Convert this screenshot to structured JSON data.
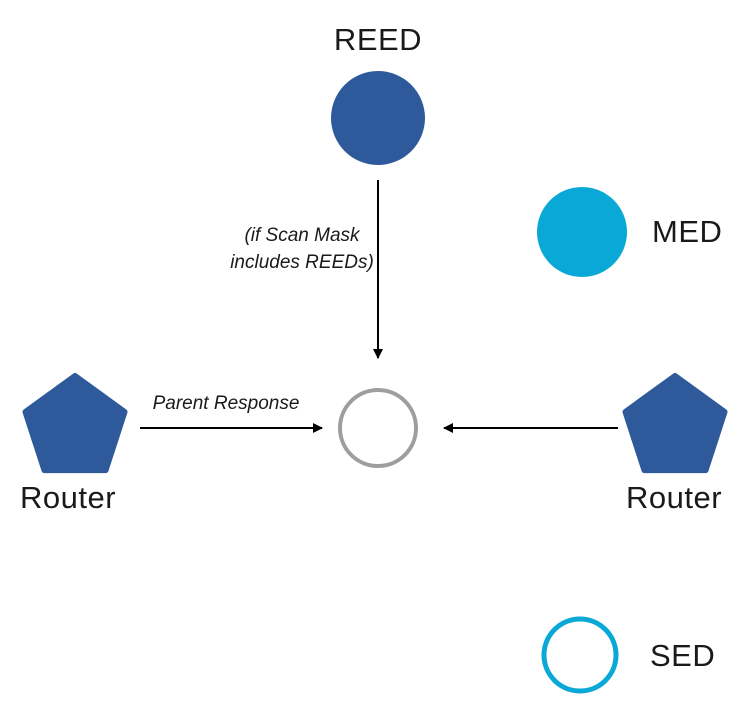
{
  "diagram": {
    "nodes": {
      "reed": {
        "label": "REED",
        "shape": "circle",
        "fill": "dark_blue"
      },
      "med": {
        "label": "MED",
        "shape": "circle",
        "fill": "cyan"
      },
      "center": {
        "label": "",
        "shape": "circle",
        "fill": "white",
        "stroke": "gray"
      },
      "router_left": {
        "label": "Router",
        "shape": "pentagon",
        "fill": "dark_blue"
      },
      "router_right": {
        "label": "Router",
        "shape": "pentagon",
        "fill": "dark_blue"
      },
      "sed": {
        "label": "SED",
        "shape": "circle",
        "fill": "white",
        "stroke": "cyan"
      }
    },
    "edges": {
      "reed_to_center": {
        "label_line1": "(if Scan Mask",
        "label_line2": "includes REEDs)",
        "direction": "down"
      },
      "router_left_to_center": {
        "label": "Parent Response",
        "direction": "right"
      },
      "router_right_to_center": {
        "label": "",
        "direction": "left"
      }
    },
    "colors": {
      "dark_blue": "#2E5A9C",
      "cyan": "#0AA8D6",
      "gray_ring": "#9E9E9E",
      "arrow": "#000000",
      "white": "#FFFFFF"
    }
  }
}
